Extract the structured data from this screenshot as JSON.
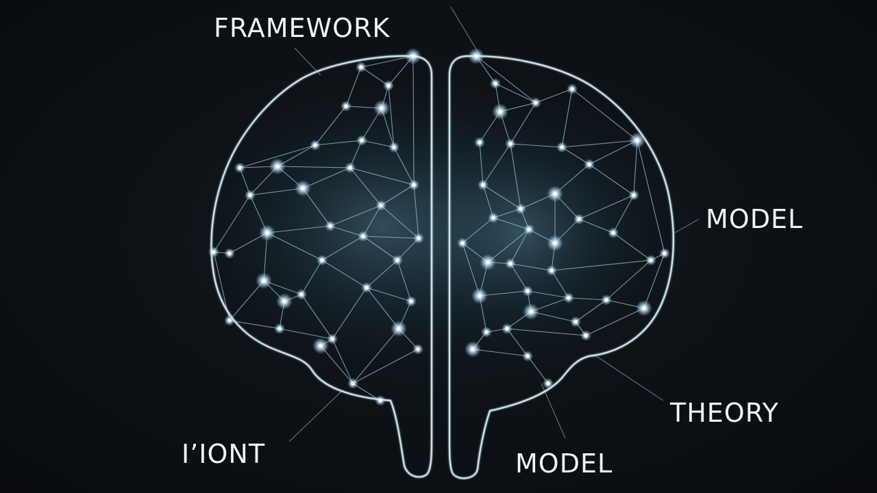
{
  "diagram": {
    "colors": {
      "background": "#0b0d10",
      "outline": "#cfe6f0",
      "network_line": "#9fc3d2",
      "node_glow": "#dff4ff",
      "label_text": "#eef4f8"
    },
    "labels": {
      "framework": "FRAMEWORK",
      "model_right": "MODEL",
      "theory": "THEORY",
      "model_bottom": "MODEL",
      "mont": "I’IONT"
    }
  }
}
